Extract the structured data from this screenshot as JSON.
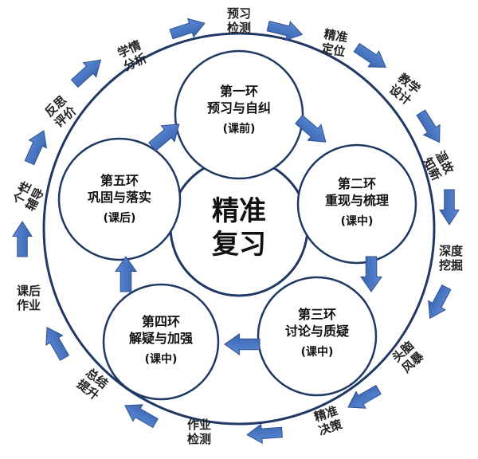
{
  "center": {
    "line1": "精准",
    "line2": "复习"
  },
  "stages": [
    {
      "title1": "第一环",
      "title2": "预习与自纠",
      "phase": "(课前)"
    },
    {
      "title1": "第二环",
      "title2": "重现与梳理",
      "phase": "(课中)"
    },
    {
      "title1": "第三环",
      "title2": "讨论与质疑",
      "phase": "(课中)"
    },
    {
      "title1": "第四环",
      "title2": "解疑与加强",
      "phase": "(课中)"
    },
    {
      "title1": "第五环",
      "title2": "巩固与落实",
      "phase": "(课后)"
    }
  ],
  "outer_steps": [
    {
      "l1": "预习",
      "l2": "检测"
    },
    {
      "l1": "精准",
      "l2": "定位"
    },
    {
      "l1": "教学",
      "l2": "设计"
    },
    {
      "l1": "温故",
      "l2": "知新"
    },
    {
      "l1": "深度",
      "l2": "挖掘"
    },
    {
      "l1": "头脑",
      "l2": "风暴"
    },
    {
      "l1": "精准",
      "l2": "决策"
    },
    {
      "l1": "作业",
      "l2": "检测"
    },
    {
      "l1": "总结",
      "l2": "提升"
    },
    {
      "l1": "课后",
      "l2": "作业"
    },
    {
      "l1": "个性",
      "l2": "辅导"
    },
    {
      "l1": "反思",
      "l2": "评价"
    },
    {
      "l1": "学情",
      "l2": "分析"
    }
  ],
  "colors": {
    "circle_stroke": "#1f3864",
    "arrow_fill": "#4472c4",
    "arrow_stroke": "#2f528f"
  }
}
